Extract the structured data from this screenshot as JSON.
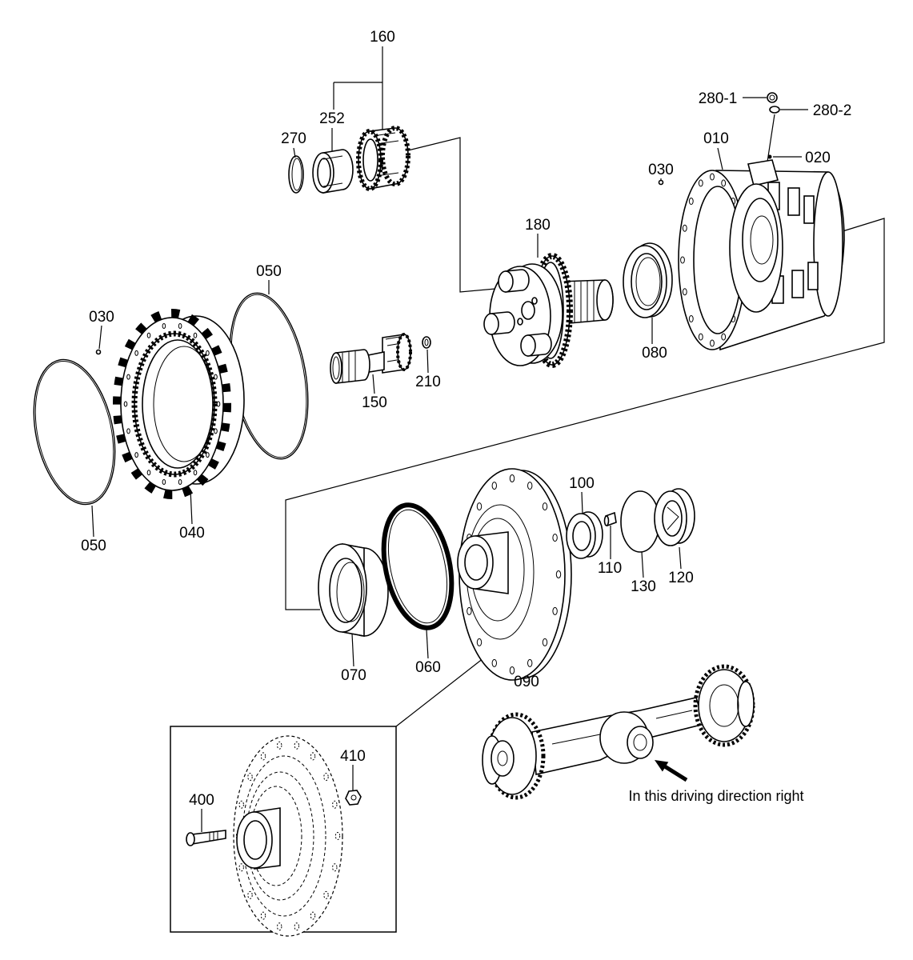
{
  "callouts": [
    "160",
    "252",
    "270",
    "280-1",
    "280-2",
    "010",
    "020",
    "030",
    "180",
    "080",
    "050",
    "030",
    "210",
    "150",
    "040",
    "050",
    "100",
    "110",
    "130",
    "120",
    "070",
    "060",
    "090",
    "410",
    "400"
  ],
  "caption": "In this driving direction right"
}
